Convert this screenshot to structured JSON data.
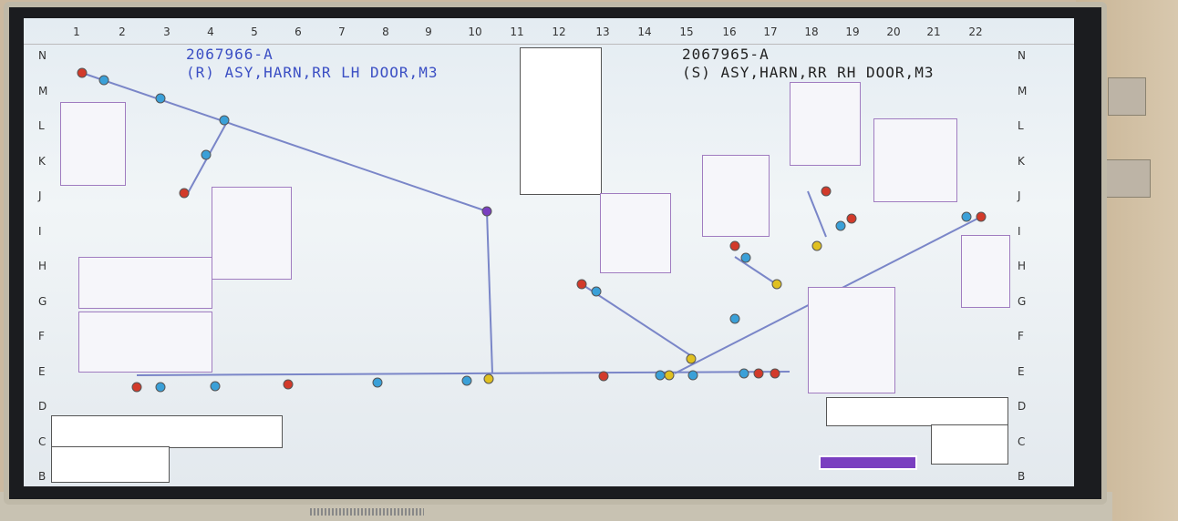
{
  "left_harness": {
    "part_number": "2067966-A",
    "description": "(R) ASY,HARN,RR LH DOOR,M3",
    "color": "#3b4fc4"
  },
  "right_harness": {
    "part_number": "2067965-A",
    "description": "(S) ASY,HARN,RR RH DOOR,M3",
    "color": "#222222"
  },
  "grid_columns": [
    "1",
    "2",
    "3",
    "4",
    "5",
    "6",
    "7",
    "8",
    "9",
    "10",
    "11",
    "12",
    "13",
    "14",
    "15",
    "16",
    "17",
    "18",
    "19",
    "20",
    "21",
    "22"
  ],
  "grid_rows_left": [
    "N",
    "M",
    "L",
    "K",
    "J",
    "I",
    "H",
    "G",
    "F",
    "E",
    "D",
    "C",
    "B"
  ],
  "grid_rows_right": [
    "N",
    "M",
    "L",
    "K",
    "J",
    "I",
    "H",
    "G",
    "F",
    "E",
    "D",
    "C",
    "B"
  ],
  "colors": {
    "wire": "#7a86c8",
    "connector_red": "#d23a2a",
    "connector_blue": "#3aa0d8",
    "connector_yellow": "#e0c020",
    "label_purple": "#7a3fc0"
  }
}
